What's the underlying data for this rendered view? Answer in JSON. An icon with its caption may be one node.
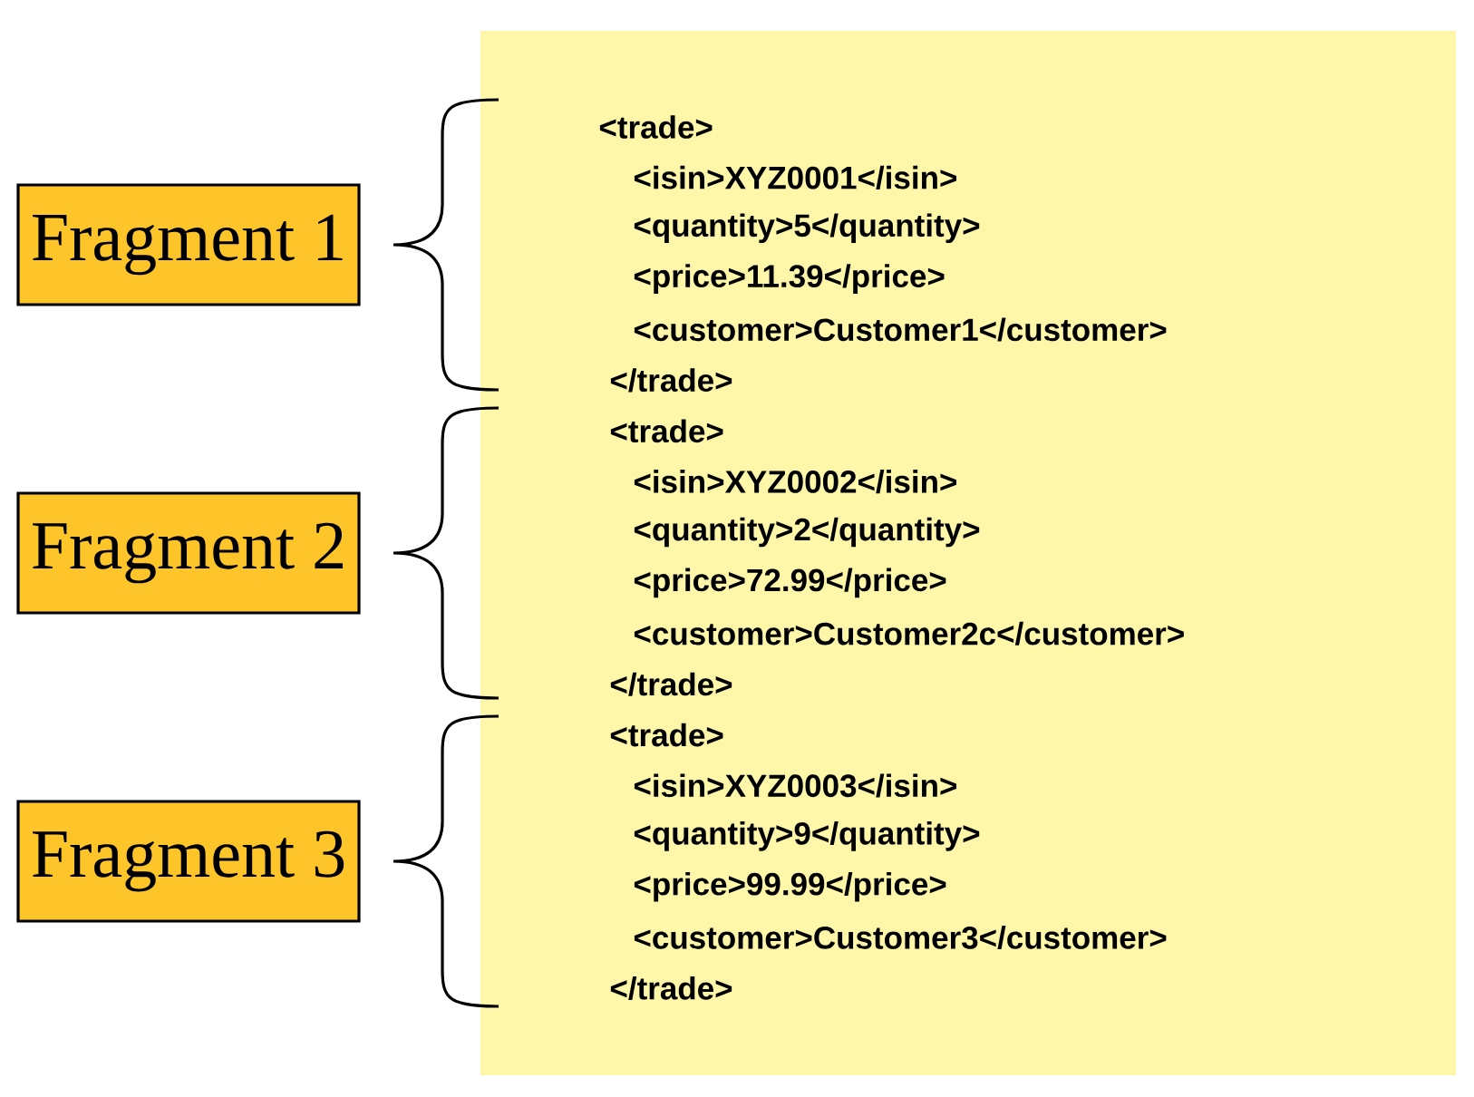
{
  "diagram": {
    "nodes": [
      {
        "text": [
          "Fragment 1"
        ]
      },
      {
        "text": [
          "Fragment 2"
        ]
      },
      {
        "text": [
          "Fragment 3"
        ]
      }
    ],
    "labels": [
      "<trade>",
      "<isin>XYZ0001</isin>",
      "<quantity>5</quantity>",
      "<price>11.39</price>",
      "<customer>Customer1</customer>",
      "</trade>",
      "<trade>",
      "<isin>XYZ0002</isin>",
      "<quantity>2</quantity>",
      "<price>72.99</price>",
      "<customer>Customer2c</customer>",
      "</trade>",
      "<trade>",
      "<isin>XYZ0003</isin>",
      "<quantity>9</quantity>",
      "<price>99.99</price>",
      "<customer>Customer3</customer>",
      "</trade>"
    ]
  }
}
